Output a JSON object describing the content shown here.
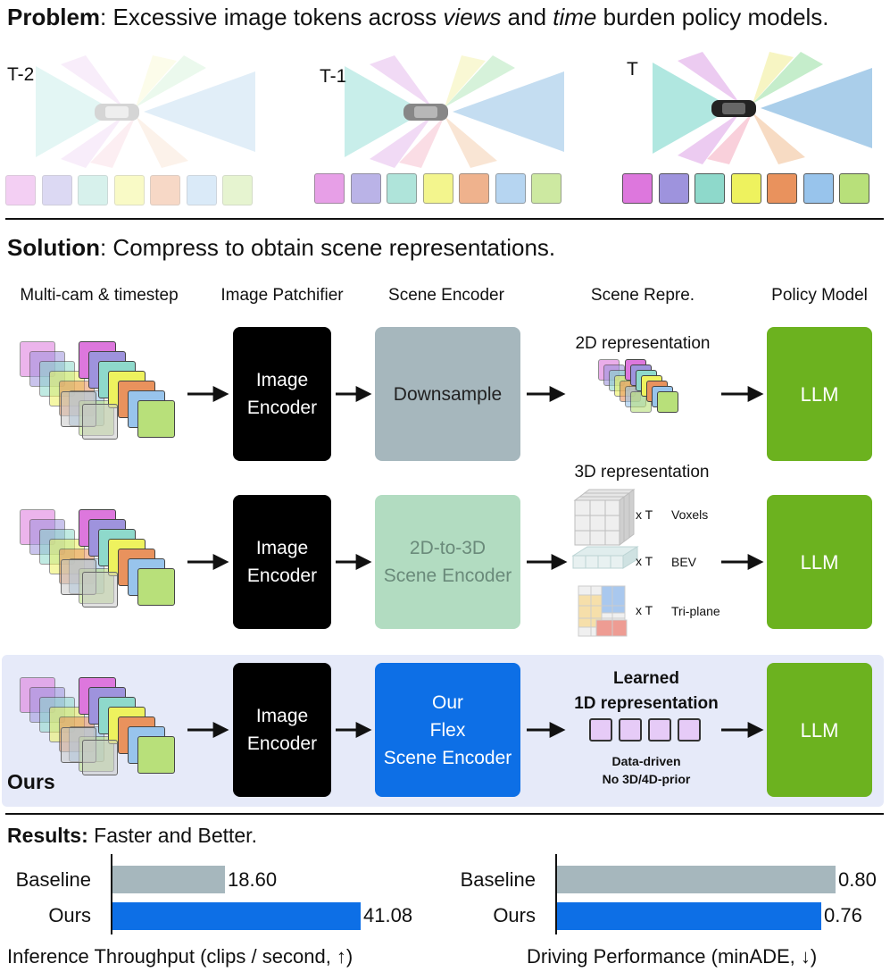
{
  "problem": {
    "label": "Problem",
    "text_a": ": Excessive image tokens across ",
    "views": "views",
    "text_b": " and ",
    "time": "time",
    "text_c": " burden policy models.",
    "timesteps": [
      {
        "label": "T-2",
        "opacity": 0.35
      },
      {
        "label": "T-1",
        "opacity": 0.7
      },
      {
        "label": "T",
        "opacity": 1.0
      }
    ]
  },
  "token_colors": [
    "#dd77dd",
    "#9e93dd",
    "#8ed9cb",
    "#eef25e",
    "#e9925d",
    "#98c4ec",
    "#b8e07a"
  ],
  "solution": {
    "label": "Solution",
    "text": ": Compress to obtain scene representations."
  },
  "columns": [
    "Multi-cam & timestep",
    "Image Patchifier",
    "Scene Encoder",
    "Scene Repre.",
    "Policy Model"
  ],
  "rows": [
    {
      "encoder": [
        "Image",
        "Encoder"
      ],
      "scene": [
        "Downsample"
      ],
      "repr_title": "2D representation",
      "llm": "LLM"
    },
    {
      "encoder": [
        "Image",
        "Encoder"
      ],
      "scene": [
        "2D-to-3D",
        "Scene Encoder"
      ],
      "repr_title": "3D representation",
      "repr_items": [
        {
          "mult": "x T",
          "name": "Voxels"
        },
        {
          "mult": "x T",
          "name": "BEV"
        },
        {
          "mult": "x T",
          "name": "Tri-plane"
        }
      ],
      "llm": "LLM"
    },
    {
      "encoder": [
        "Image",
        "Encoder"
      ],
      "scene": [
        "Our",
        "Flex",
        "Scene Encoder"
      ],
      "repr_title": [
        "Learned",
        "1D representation"
      ],
      "repr_notes": [
        "Data-driven",
        "No 3D/4D-prior"
      ],
      "llm": "LLM",
      "badge": "Ours"
    }
  ],
  "results": {
    "label": "Results:",
    "text": " Faster and Better.",
    "charts": [
      {
        "caption": "Inference Throughput (clips / second, ↑)",
        "bars": [
          {
            "name": "Baseline",
            "value": 18.6,
            "display": "18.60",
            "color": "#a6b7bd"
          },
          {
            "name": "Ours",
            "value": 41.08,
            "display": "41.08",
            "color": "#0d6fe6"
          }
        ],
        "max": 41.08
      },
      {
        "caption": "Driving Performance (minADE, ↓)",
        "bars": [
          {
            "name": "Baseline",
            "value": 0.8,
            "display": "0.80",
            "color": "#a6b7bd"
          },
          {
            "name": "Ours",
            "value": 0.76,
            "display": "0.76",
            "color": "#0d6fe6"
          }
        ],
        "max": 0.8
      }
    ]
  }
}
